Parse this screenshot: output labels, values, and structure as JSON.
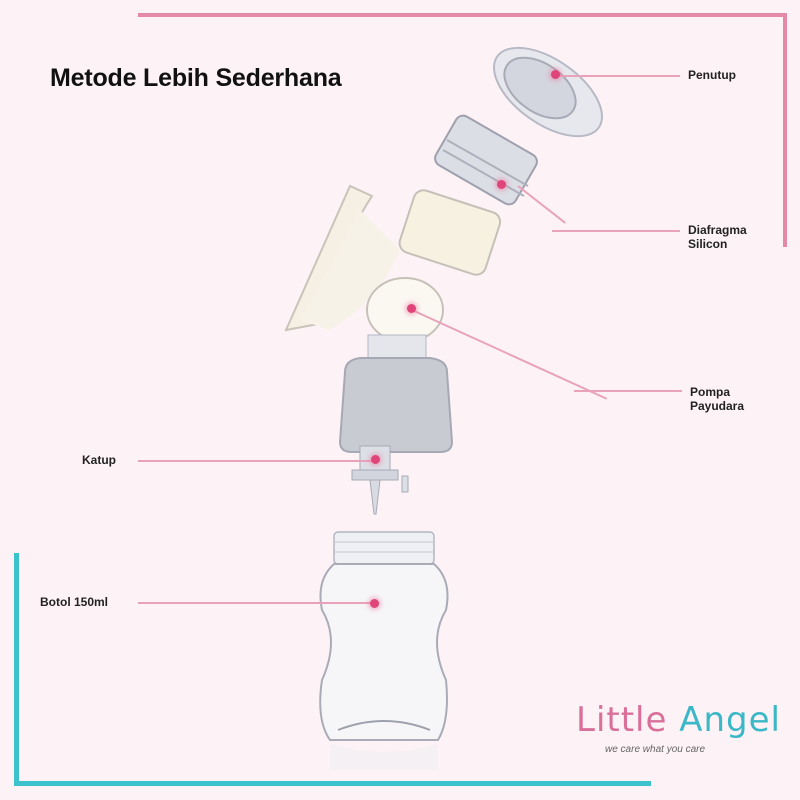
{
  "title": "Metode Lebih Sederhana",
  "parts": [
    {
      "id": "penutup",
      "label_lines": [
        "Penutup"
      ]
    },
    {
      "id": "diafragma",
      "label_lines": [
        "Diafragma",
        "Silicon"
      ]
    },
    {
      "id": "pompa",
      "label_lines": [
        "Pompa",
        "Payudara"
      ]
    },
    {
      "id": "katup",
      "label_lines": [
        "Katup"
      ]
    },
    {
      "id": "botol",
      "label_lines": [
        "Botol 150ml"
      ]
    }
  ],
  "brand": {
    "name_part1": "Little",
    "name_part2": "Angel",
    "tagline": "we care what you care"
  },
  "colors": {
    "background": "#fdf2f6",
    "frame_pink": "#e48aa8",
    "frame_teal": "#3cc2cc",
    "dot": "#e0457a"
  }
}
